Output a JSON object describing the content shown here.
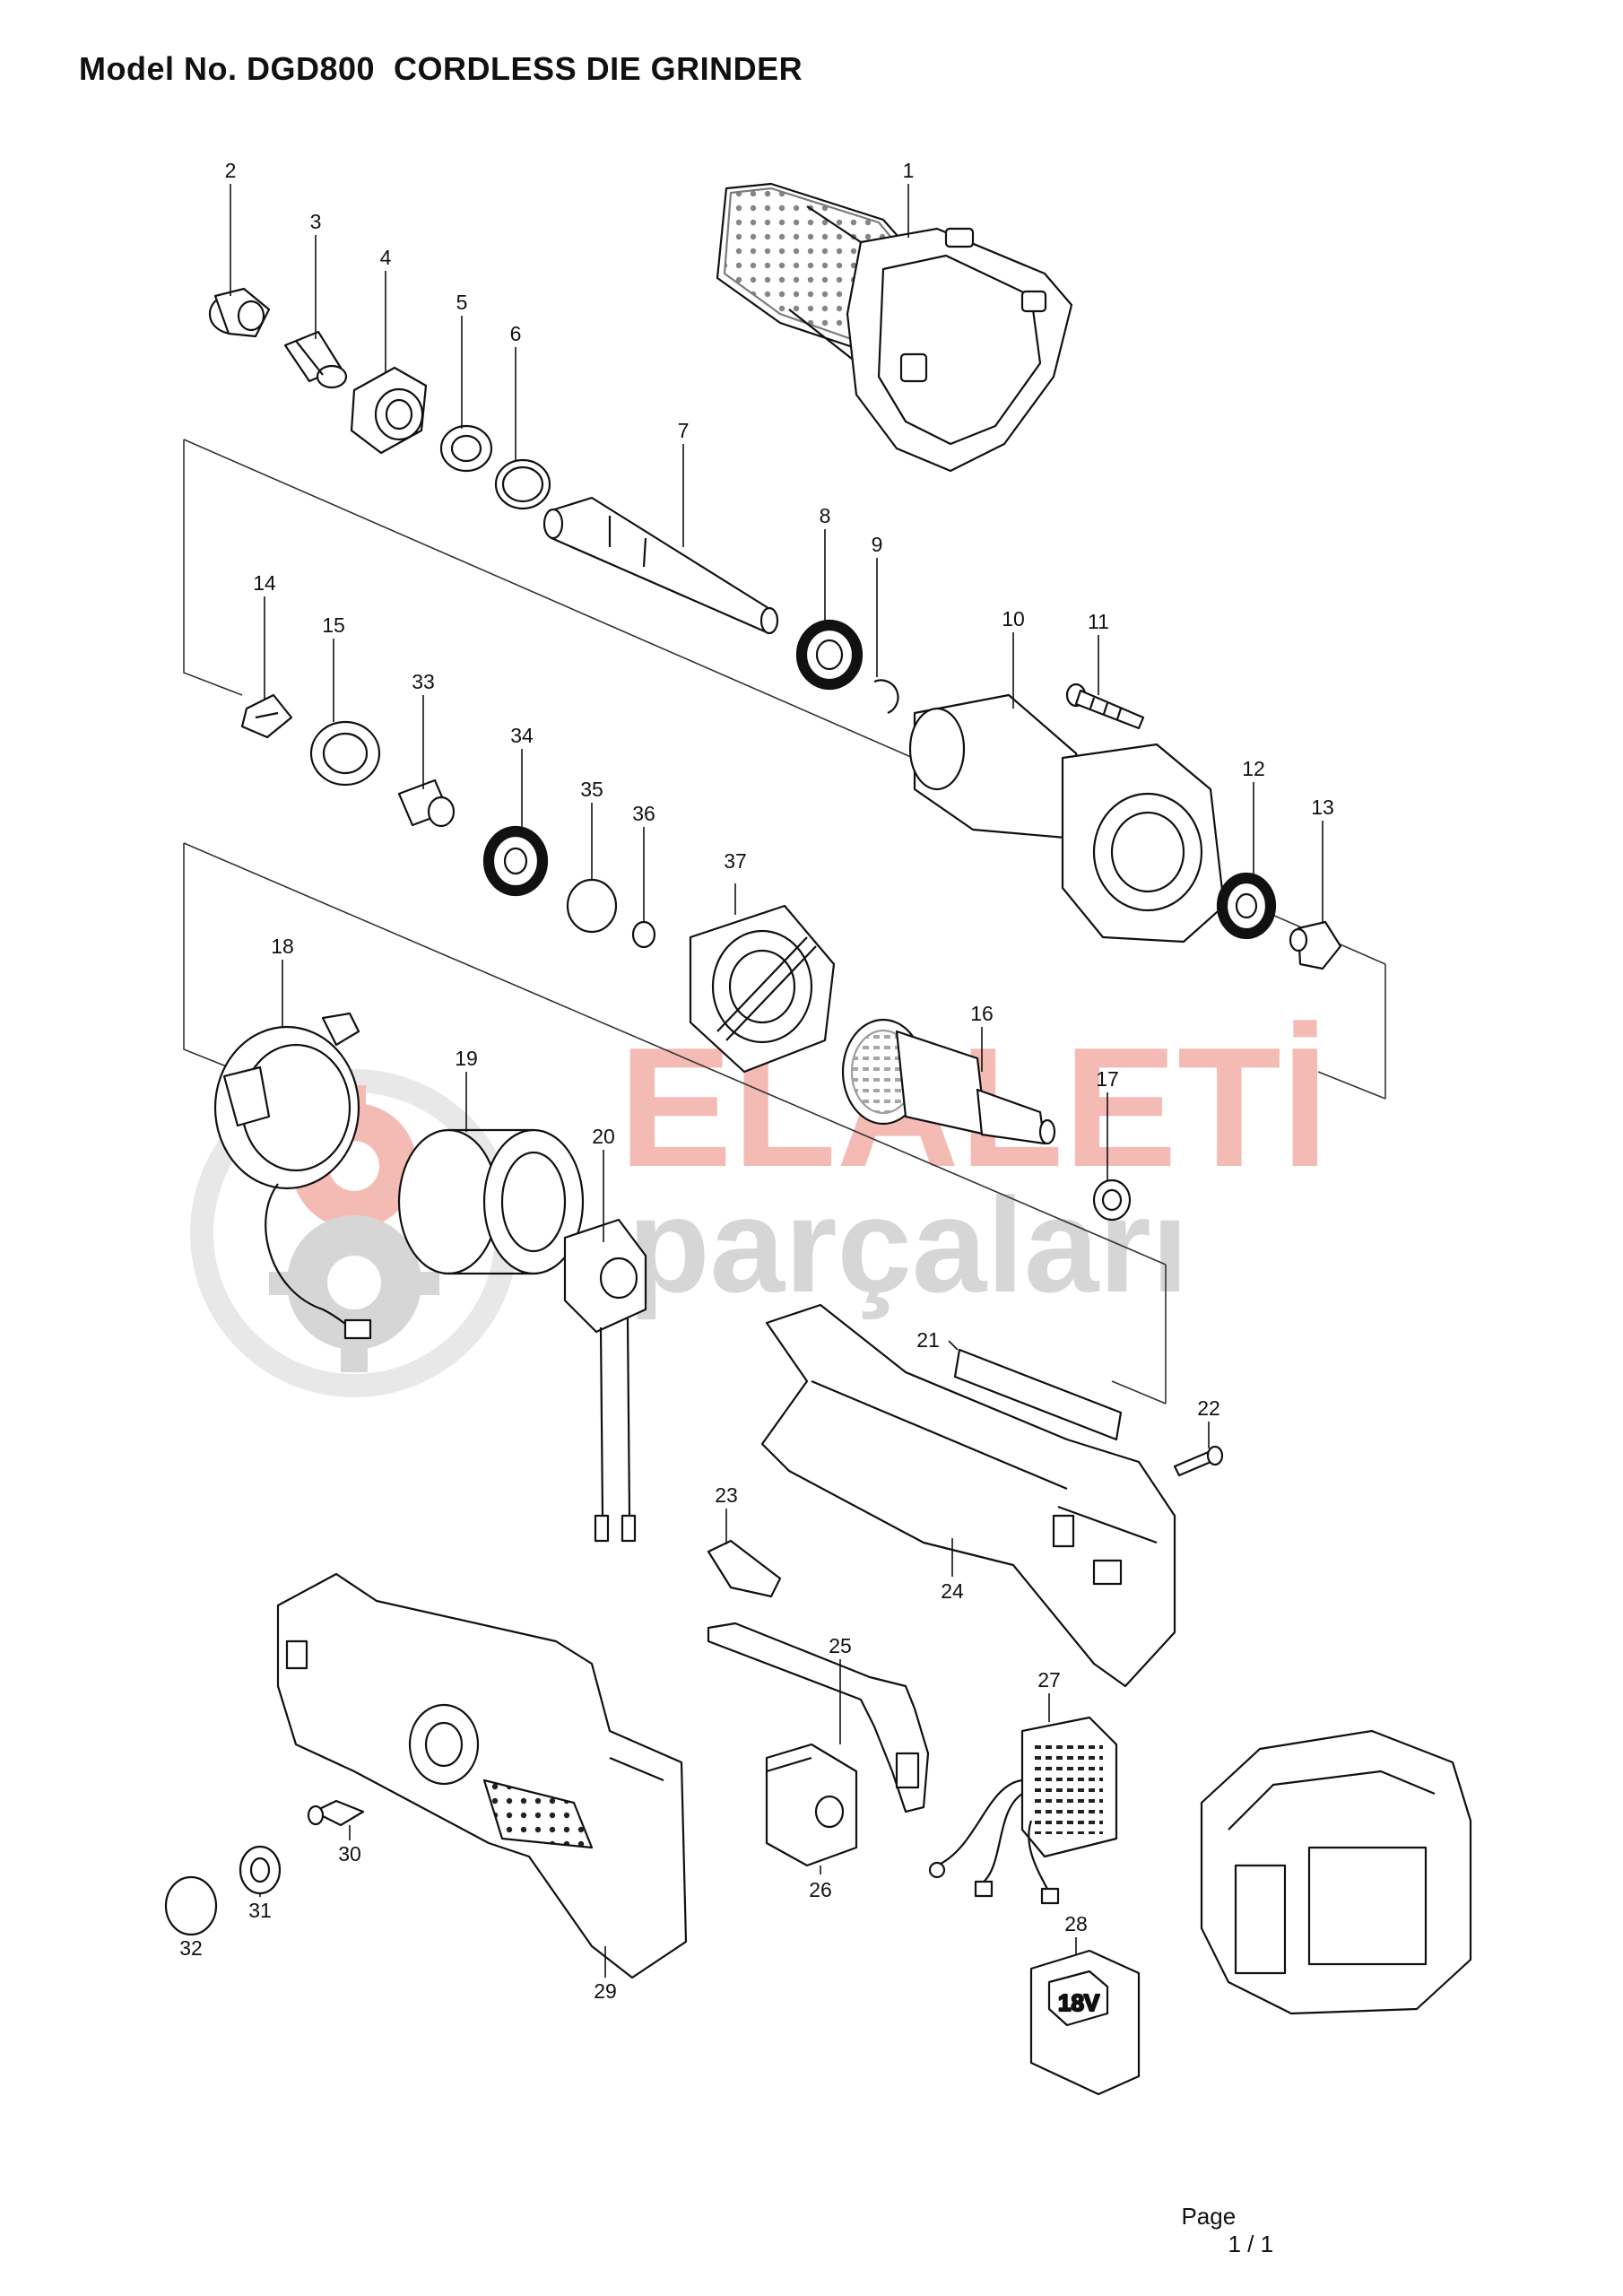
{
  "page": {
    "title": "Model No. DGD800  CORDLESS DIE GRINDER",
    "footer_label": "Page",
    "footer_page": "1 / 1"
  },
  "watermark": {
    "line1": "ELALETİ",
    "line2": "parçaları",
    "accent_color": "#f3b4ad",
    "gray_color": "#d2d2d2"
  },
  "parts": [
    {
      "id": "p1",
      "label": "1"
    },
    {
      "id": "p2",
      "label": "2"
    },
    {
      "id": "p3",
      "label": "3"
    },
    {
      "id": "p4",
      "label": "4"
    },
    {
      "id": "p5",
      "label": "5"
    },
    {
      "id": "p6",
      "label": "6"
    },
    {
      "id": "p7",
      "label": "7"
    },
    {
      "id": "p8",
      "label": "8"
    },
    {
      "id": "p9",
      "label": "9"
    },
    {
      "id": "p10",
      "label": "10"
    },
    {
      "id": "p11",
      "label": "11"
    },
    {
      "id": "p12",
      "label": "12"
    },
    {
      "id": "p13",
      "label": "13"
    },
    {
      "id": "p14",
      "label": "14"
    },
    {
      "id": "p15",
      "label": "15"
    },
    {
      "id": "p16",
      "label": "16"
    },
    {
      "id": "p17",
      "label": "17"
    },
    {
      "id": "p18",
      "label": "18"
    },
    {
      "id": "p19",
      "label": "19"
    },
    {
      "id": "p20",
      "label": "20"
    },
    {
      "id": "p21",
      "label": "21"
    },
    {
      "id": "p22",
      "label": "22"
    },
    {
      "id": "p23",
      "label": "23"
    },
    {
      "id": "p24",
      "label": "24"
    },
    {
      "id": "p25",
      "label": "25"
    },
    {
      "id": "p26",
      "label": "26"
    },
    {
      "id": "p27",
      "label": "27"
    },
    {
      "id": "p28",
      "label": "28"
    },
    {
      "id": "p29",
      "label": "29"
    },
    {
      "id": "p30",
      "label": "30"
    },
    {
      "id": "p31",
      "label": "31"
    },
    {
      "id": "p32",
      "label": "32"
    },
    {
      "id": "p33",
      "label": "33"
    },
    {
      "id": "p34",
      "label": "34"
    },
    {
      "id": "p35",
      "label": "35"
    },
    {
      "id": "p36",
      "label": "36"
    },
    {
      "id": "p37",
      "label": "37"
    }
  ],
  "battery_voltage_label": "18V"
}
